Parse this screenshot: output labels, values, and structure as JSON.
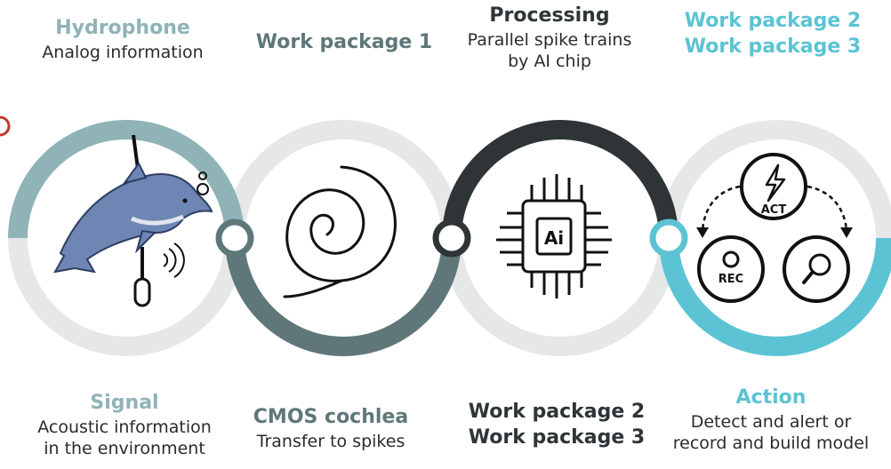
{
  "top_labels": {
    "hydrophone": {
      "title": "Hydrophone",
      "subtitle": "Analog information"
    },
    "wp1": {
      "title": "Work package 1"
    },
    "processing": {
      "title": "Processing",
      "line1": "Parallel spike trains",
      "line2": "by AI chip"
    },
    "wp23_top": {
      "line1": "Work package 2",
      "line2": "Work package 3"
    }
  },
  "bottom_labels": {
    "signal": {
      "title": "Signal",
      "line1": "Acoustic information",
      "line2": "in the environment"
    },
    "cochlea": {
      "title": "CMOS cochlea",
      "subtitle": "Transfer to spikes"
    },
    "wp23_bottom": {
      "line1": "Work package 2",
      "line2": "Work package 3"
    },
    "action": {
      "title": "Action",
      "line1": "Detect and alert or",
      "line2": "record and build model"
    }
  },
  "icons": {
    "chip_text": "Ai",
    "act_text": "ACT",
    "rec_text": "REC"
  },
  "colors": {
    "sage": "#8fb3b6",
    "slate": "#5f7779",
    "dark": "#2f3537",
    "cyan": "#5bc3d4",
    "gray_track": "#e6e7e7",
    "dolphin": "#6e86b3"
  }
}
